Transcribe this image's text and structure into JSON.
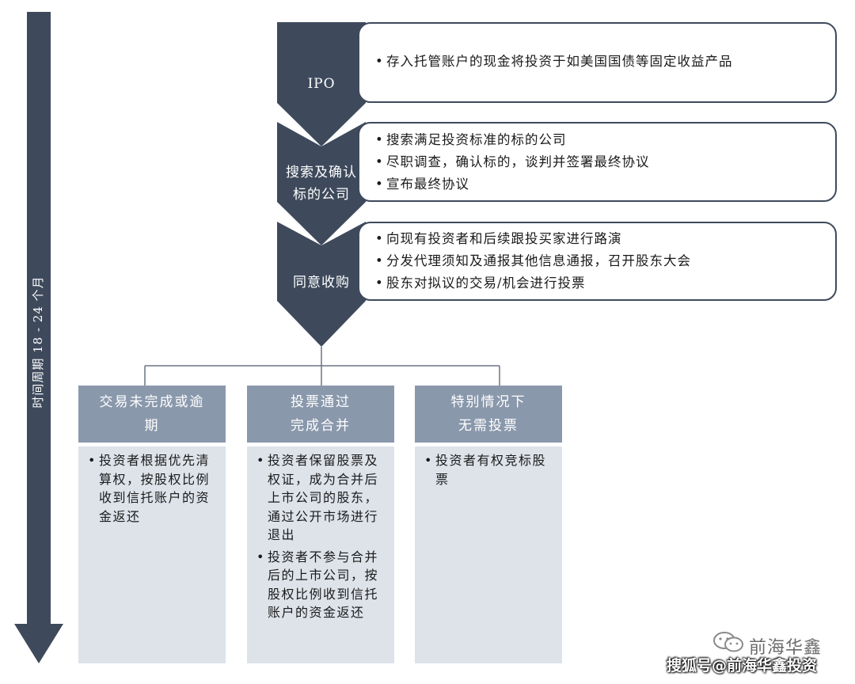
{
  "timeline": {
    "label": "时间周期 18 - 24 个月"
  },
  "stages": [
    {
      "label_lines": [
        "IPO"
      ],
      "bullets": [
        "存入托管账户的现金将投资于如美国国债等固定收益产品"
      ]
    },
    {
      "label_lines": [
        "搜索及确认",
        "标的公司"
      ],
      "bullets": [
        "搜索满足投资标准的标的公司",
        "尽职调查，确认标的，谈判并签署最终协议",
        "宣布最终协议"
      ]
    },
    {
      "label_lines": [
        "同意收购"
      ],
      "bullets": [
        "向现有投资者和后续跟投买家进行路演",
        "分发代理须知及通报其他信息通报，召开股东大会",
        "股东对拟议的交易/机会进行投票"
      ]
    }
  ],
  "outcomes": [
    {
      "title_lines": [
        "交易未完成或逾",
        "期"
      ],
      "bullets": [
        "投资者根据优先清算权，按股权比例收到信托账户的资金返还"
      ]
    },
    {
      "title_lines": [
        "投票通过",
        "完成合并"
      ],
      "bullets": [
        "投资者保留股票及权证，成为合并后上市公司的股东，通过公开市场进行退出",
        "投资者不参与合并后的上市公司，按股权比例收到信托账户的资金返还"
      ]
    },
    {
      "title_lines": [
        "特别情况下",
        "无需投票"
      ],
      "bullets": [
        "投资者有权竞标股票"
      ]
    }
  ],
  "watermark": {
    "brand": "前海华鑫",
    "source": "搜狐号@前海华鑫投资"
  },
  "colors": {
    "dark": "#3e4a5c",
    "header": "#8a98ac",
    "body": "#dee3ea"
  },
  "icons": {
    "timeline": "down-arrow-icon",
    "stage": "chevron-down-icon",
    "wechat": "wechat-icon"
  }
}
